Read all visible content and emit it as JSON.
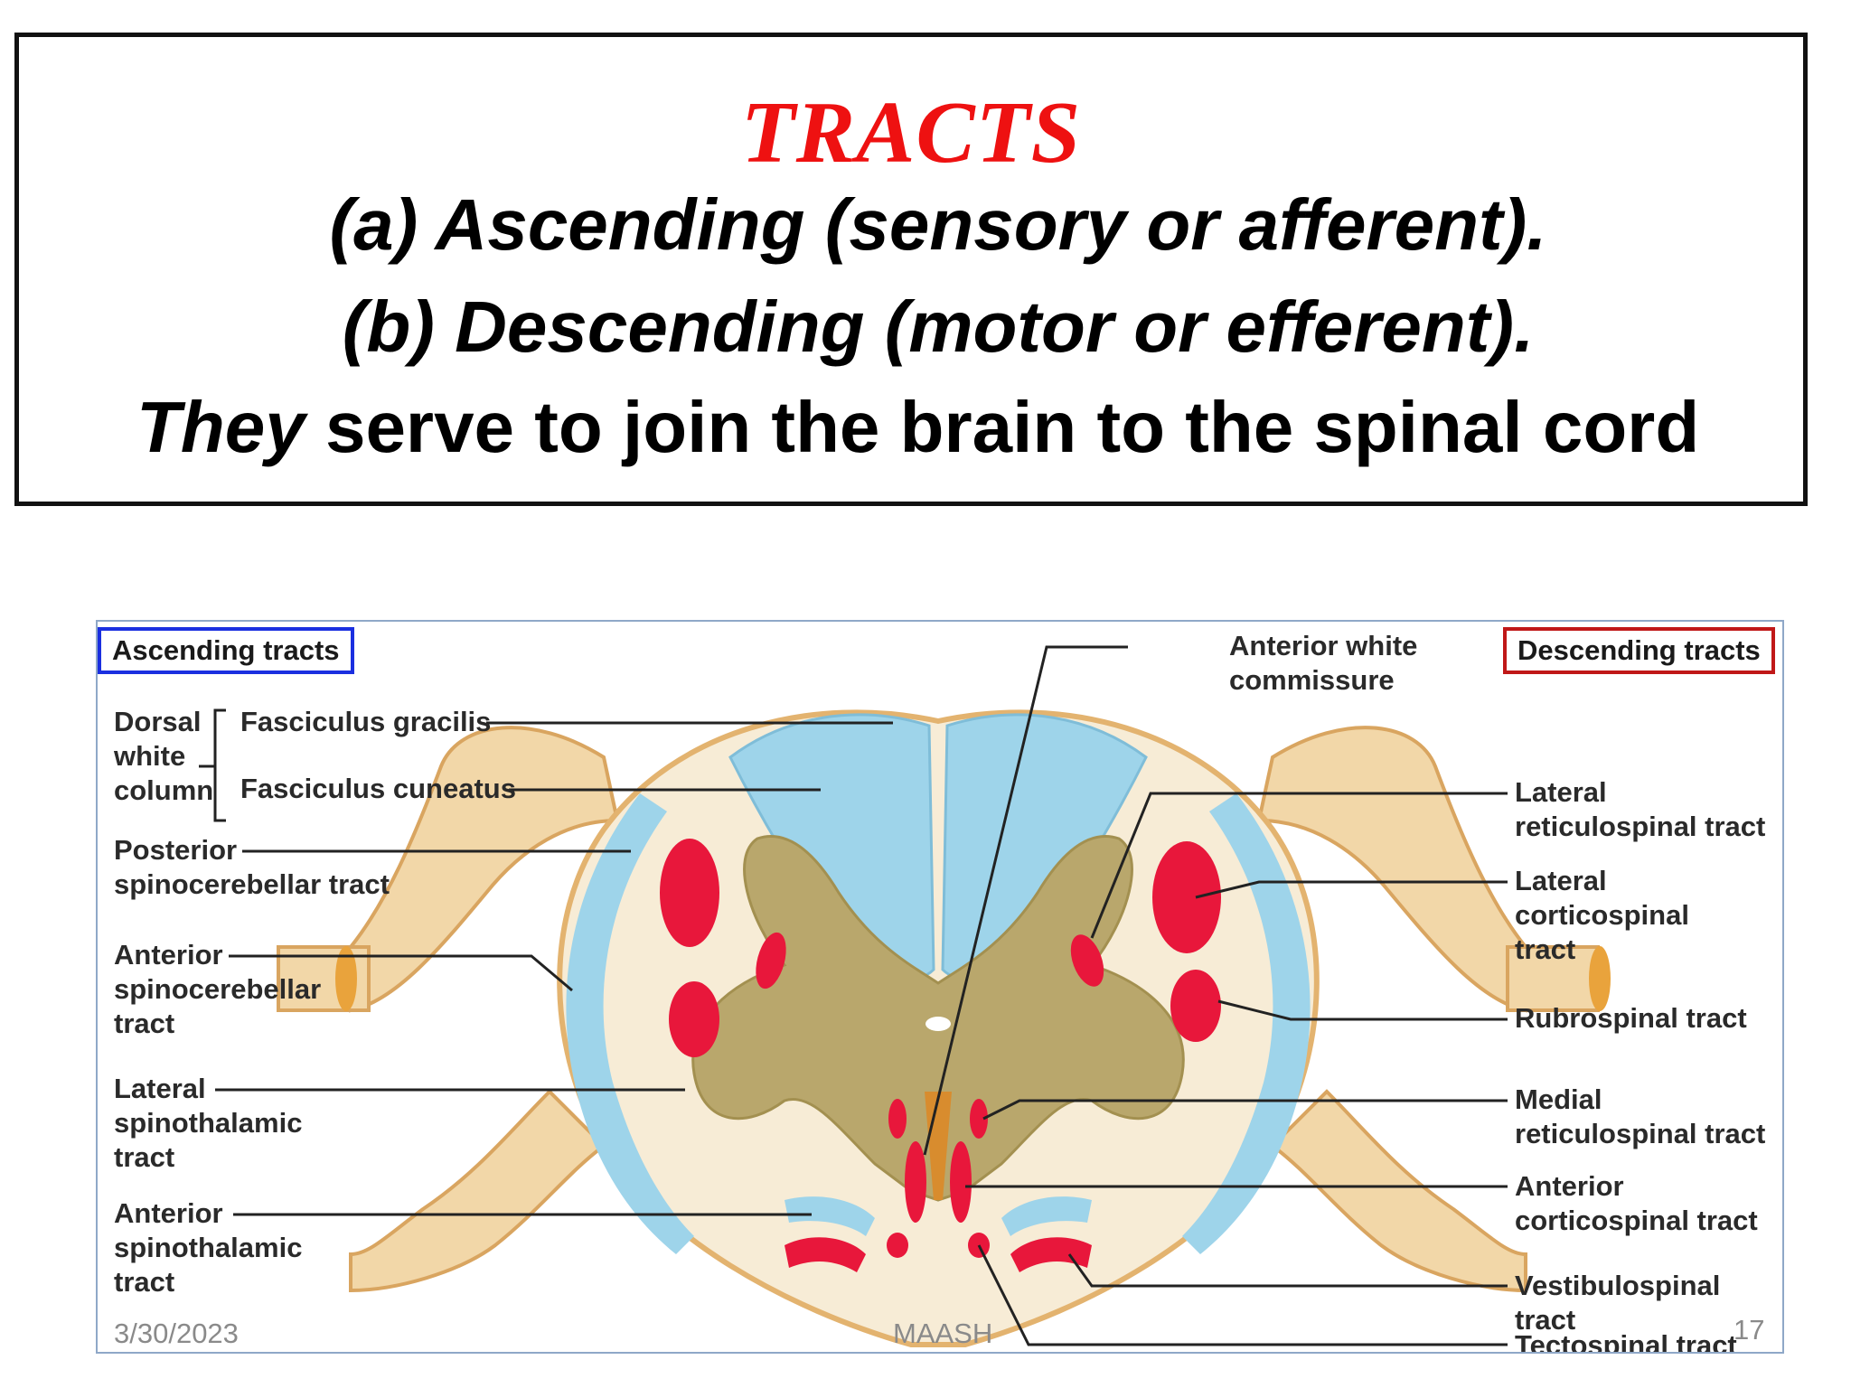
{
  "title": {
    "heading": "TRACTS",
    "line_a": "(a) Ascending (sensory or afferent).",
    "line_b": "(b) Descending (motor or efferent).",
    "line_c_italic": "They",
    "line_c_rest": " serve to join the brain to the spinal cord"
  },
  "diagram": {
    "ascending_header": "Ascending tracts",
    "descending_header": "Descending tracts",
    "left_labels": {
      "dorsal_white_column": "Dorsal\nwhite\ncolumn",
      "fasciculus_gracilis": "Fasciculus gracilis",
      "fasciculus_cuneatus": "Fasciculus cuneatus",
      "posterior_spinocerebellar": "Posterior\nspinocerebellar tract",
      "anterior_spinocerebellar": "Anterior\nspinocerebellar\ntract",
      "lateral_spinothalamic": "Lateral\nspinothalamic\ntract",
      "anterior_spinothalamic": "Anterior\nspinothalamic\ntract"
    },
    "center_label": "Anterior white\ncommissure",
    "right_labels": {
      "lateral_reticulospinal": "Lateral\nreticulospinal tract",
      "lateral_corticospinal": "Lateral\ncorticospinal\ntract",
      "rubrospinal": "Rubrospinal tract",
      "medial_reticulospinal": "Medial\nreticulospinal tract",
      "anterior_corticospinal": "Anterior\ncorticospinal tract",
      "vestibulospinal": "Vestibulospinal tract",
      "tectospinal": "Tectospinal tract"
    },
    "colors": {
      "white_matter": "#f7ecd6",
      "dorsal_columns": "#9ed4ea",
      "gray_matter": "#b9a76c",
      "tracts_red": "#e8173b",
      "nerve_roots": "#f2d7a8"
    }
  },
  "footer": {
    "date": "3/30/2023",
    "author": "MAASH",
    "page": "17"
  }
}
